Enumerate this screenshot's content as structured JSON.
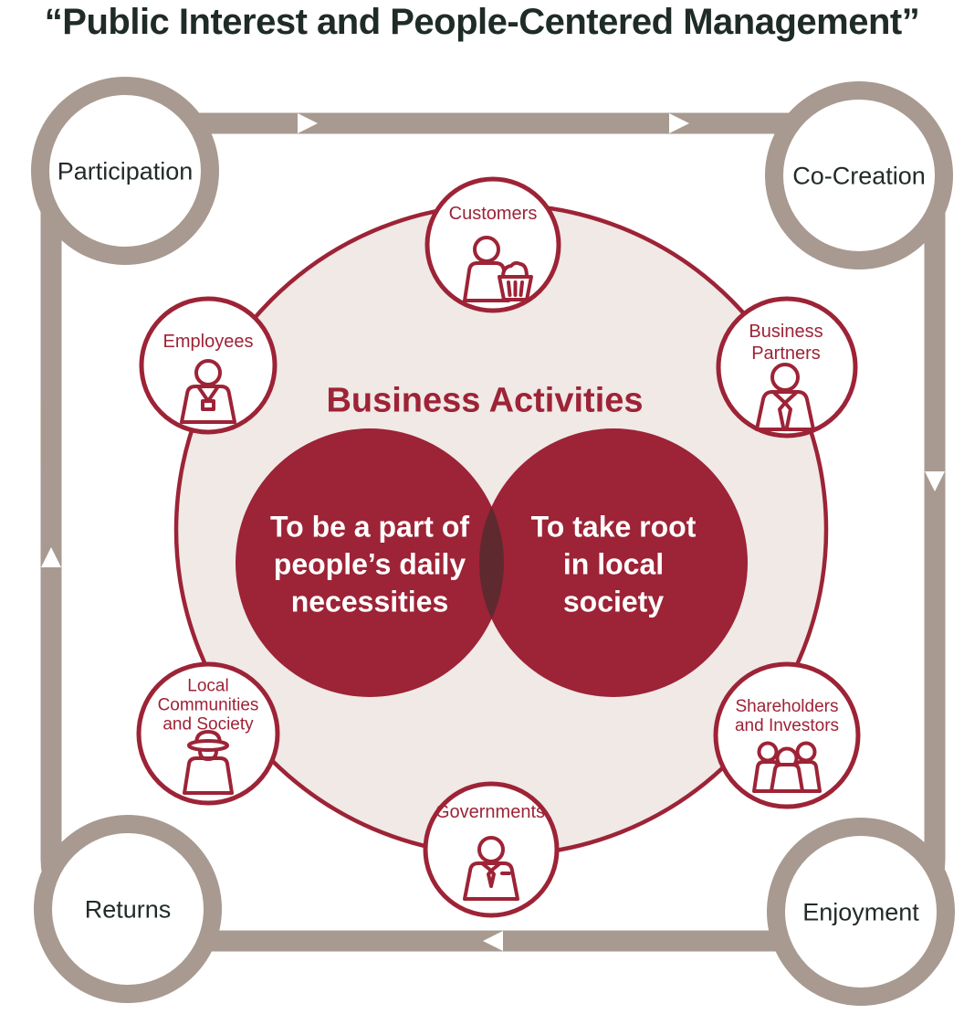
{
  "title": "“Public Interest and People-Centered Management”",
  "colors": {
    "crimson": "#9d2336",
    "crimson_overlap": "#5e2a30",
    "taupe_loop": "#a89a90",
    "inner_circle_fill": "#f0e9e6",
    "ink_text": "#1f2b27",
    "white": "#ffffff"
  },
  "loop": {
    "direction": "clockwise",
    "nodes": [
      {
        "id": "participation",
        "label": "Participation"
      },
      {
        "id": "co-creation",
        "label": "Co-Creation"
      },
      {
        "id": "returns",
        "label": "Returns"
      },
      {
        "id": "enjoyment",
        "label": "Enjoyment"
      }
    ],
    "arrows": [
      "right",
      "right",
      "down",
      "left",
      "up"
    ]
  },
  "center": {
    "heading": "Business Activities",
    "left_circle": {
      "lines": [
        "To be a part of",
        "people’s daily",
        "necessities"
      ]
    },
    "right_circle": {
      "lines": [
        "To take root",
        "in local",
        "society"
      ]
    }
  },
  "stakeholders": [
    {
      "id": "customers",
      "lines": [
        "Customers"
      ],
      "icon": "customer-basket-icon"
    },
    {
      "id": "employees",
      "lines": [
        "Employees"
      ],
      "icon": "employee-badge-icon"
    },
    {
      "id": "business-partners",
      "lines": [
        "Business",
        "Partners"
      ],
      "icon": "businessman-tie-icon"
    },
    {
      "id": "local-communities",
      "lines": [
        "Local",
        "Communities",
        "and Society"
      ],
      "icon": "community-person-hat-icon"
    },
    {
      "id": "shareholders",
      "lines": [
        "Shareholders",
        "and Investors"
      ],
      "icon": "investor-group-icon"
    },
    {
      "id": "governments",
      "lines": [
        "Governments"
      ],
      "icon": "government-official-icon"
    }
  ]
}
